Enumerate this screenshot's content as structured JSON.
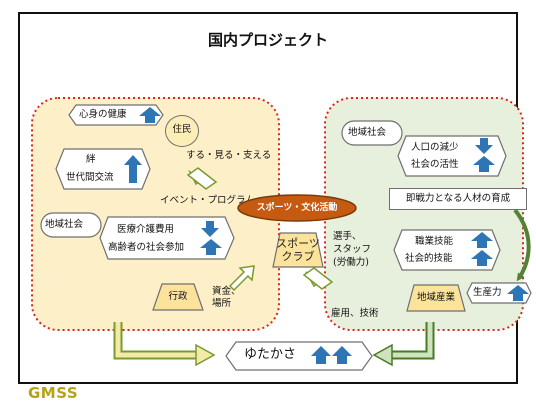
{
  "title": "国内プロジェクト",
  "logo": "GMSS",
  "left": {
    "mind_body_health": "心身の健康",
    "residents": "住民",
    "bond": "絆",
    "intergenerational": "世代間交流",
    "play_watch_support": "する・見る・支える",
    "events_programs": "イベント・プログラム",
    "community": "地域社会",
    "medical_care_costs": "医療介護費用",
    "elderly_participation": "高齢者の社会参加",
    "government": "行政",
    "funds_places": "資金、\n場所"
  },
  "center": {
    "hub": "スポーツ・文化活動",
    "club": "スポーツ\nクラブ",
    "players_staff": "選手、\nスタッフ\n(労働力)",
    "employment_tech": "雇用、技術"
  },
  "right": {
    "community": "地域社会",
    "population_decline": "人口の減少",
    "social_vitality": "社会の活性",
    "workforce_training": "即戦力となる人材の育成",
    "job_skills": "職業技能",
    "social_skills": "社会的技能",
    "local_industry": "地域産業",
    "productivity": "生産力"
  },
  "bottom": {
    "prosperity": "ゆたかさ"
  },
  "colors": {
    "left_fill": "#fdf0c9",
    "right_fill": "#e6f0dc",
    "dotted_border": "#d9261c",
    "box_border": "#6f6f6f",
    "trapezoid_fill": "#fbe39c",
    "circle_fill": "#fdeeb7",
    "hub_fill": "#c65a11",
    "blue_arrow": "#2e75b6",
    "green_arrow": "#548235",
    "arrow_outline": "#7a9a2f",
    "logo": "#b6a315"
  }
}
